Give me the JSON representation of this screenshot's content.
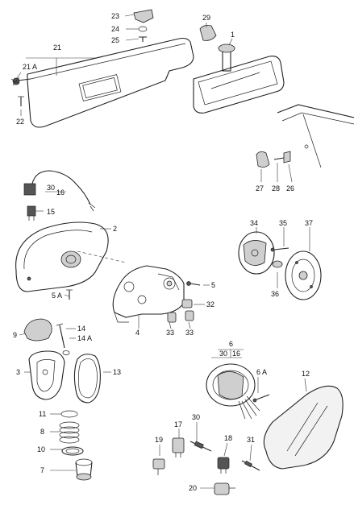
{
  "labels": {
    "p1": "1",
    "p2": "2",
    "p3": "3",
    "p4": "4",
    "p5": "5",
    "p5a": "5 A",
    "p6": "6",
    "p6_30": "30",
    "p6_16": "16",
    "p6a": "6 A",
    "p7": "7",
    "p8": "8",
    "p9": "9",
    "p10": "10",
    "p11": "11",
    "p12": "12",
    "p13": "13",
    "p14": "14",
    "p14a": "14 A",
    "p15": "15",
    "p16_30": "30",
    "p16_16": "16",
    "p17": "17",
    "p18": "18",
    "p19": "19",
    "p20": "20",
    "p21": "21",
    "p21a": "21 A",
    "p22": "22",
    "p23": "23",
    "p24": "24",
    "p25": "25",
    "p26": "26",
    "p27": "27",
    "p28": "28",
    "p29": "29",
    "p30": "30",
    "p31": "31",
    "p32": "32",
    "p33a": "33",
    "p33b": "33",
    "p34": "34",
    "p35": "35",
    "p36": "36",
    "p37": "37"
  }
}
